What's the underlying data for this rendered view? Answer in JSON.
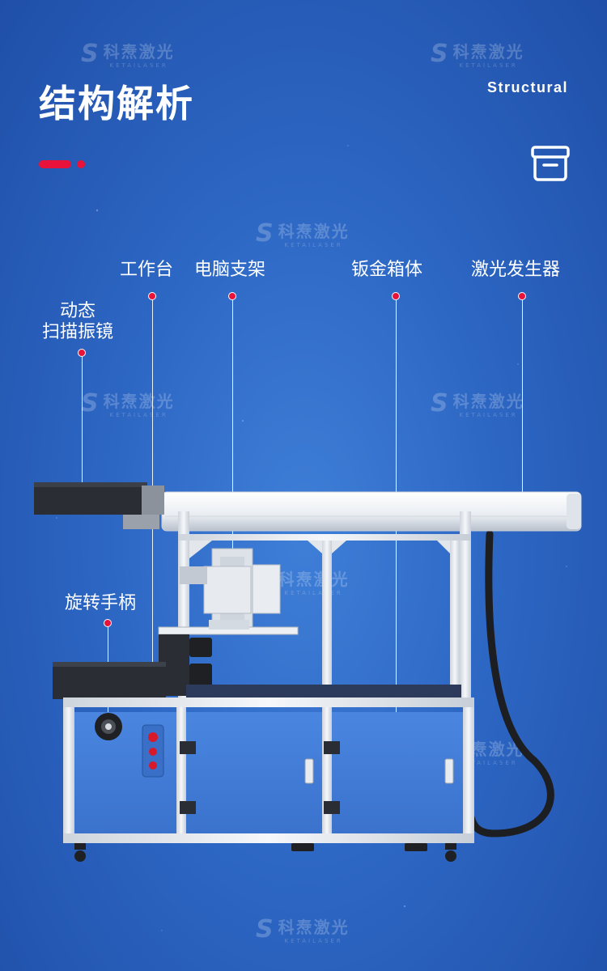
{
  "header": {
    "title": "结构解析",
    "subtitle": "Structural"
  },
  "watermark": {
    "brand_cn": "科焘激光",
    "brand_en": "KETAILASER"
  },
  "labels": {
    "workbench": "工作台",
    "computer_stand": "电脑支架",
    "sheet_metal_box": "钣金箱体",
    "laser_generator": "激光发生器",
    "galvo_line1": "动态",
    "galvo_line2": "扫描振镜",
    "rotary_handle": "旋转手柄"
  },
  "icons": {
    "header_icon": "box-icon"
  },
  "colors": {
    "accent": "#e8123a",
    "background": "#2d67c4",
    "frame": "#e6e9ee",
    "dark_body": "#2a2d33"
  }
}
